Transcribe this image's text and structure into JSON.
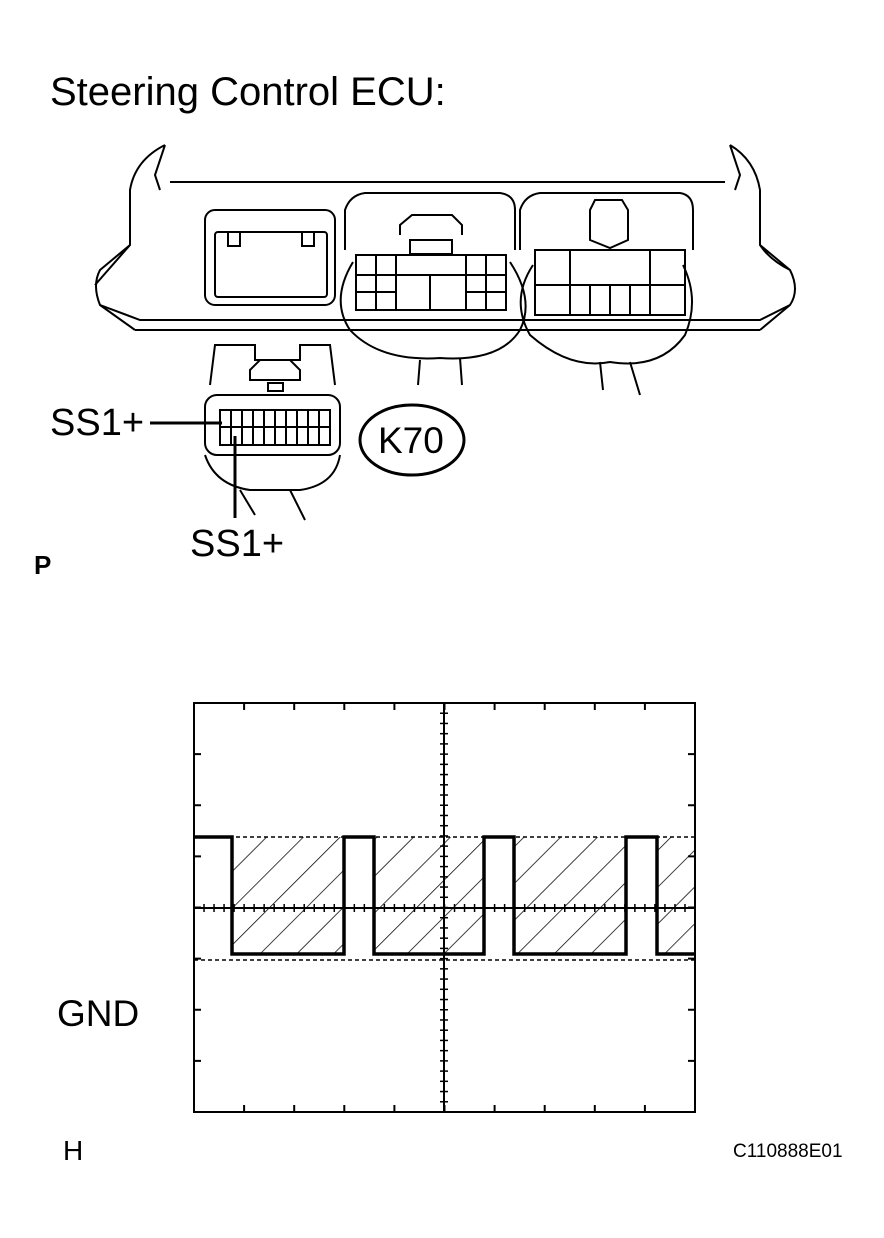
{
  "title": "Steering Control ECU:",
  "connector": {
    "terminal_label_left": "SS1+",
    "terminal_label_bottom": "SS1+",
    "connector_id": "K70"
  },
  "waveform": {
    "condition_label": "P",
    "ground_label": "GND",
    "horizontal_label": "H",
    "signal": "square wave, high/low alternating, hatched pulse regions"
  },
  "figure_code": "C110888E01"
}
